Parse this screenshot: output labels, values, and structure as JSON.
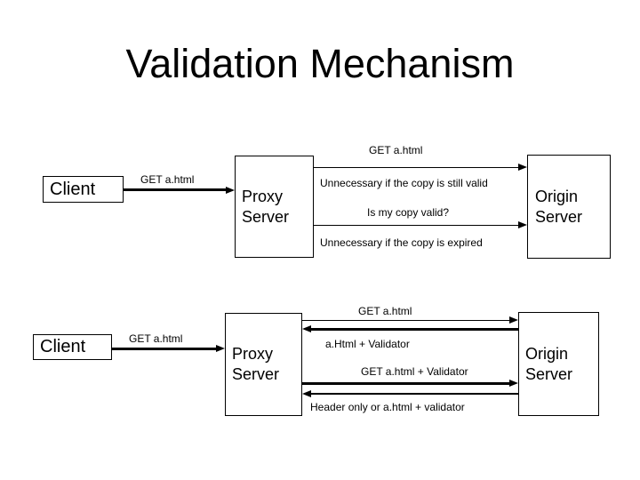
{
  "slide": {
    "title": "Validation Mechanism",
    "ink_color": "#000000",
    "background_color": "#ffffff"
  },
  "diagram1": {
    "client": "Client",
    "client_request": "GET a.html",
    "proxy": "Proxy\nServer",
    "origin": "Origin\nServer",
    "request_label": "GET a.html",
    "request_note": "Unnecessary if the copy is still valid",
    "validate_label": "Is my copy valid?",
    "validate_note": "Unnecessary if the copy is expired"
  },
  "diagram2": {
    "client": "Client",
    "client_request": "GET a.html",
    "proxy": "Proxy\nServer",
    "origin": "Origin\nServer",
    "request_label": "GET a.html",
    "response_label": "a.Html + Validator",
    "revalidate_label": "GET a.html + Validator",
    "revalidate_response_label": "Header only or a.html + validator"
  }
}
